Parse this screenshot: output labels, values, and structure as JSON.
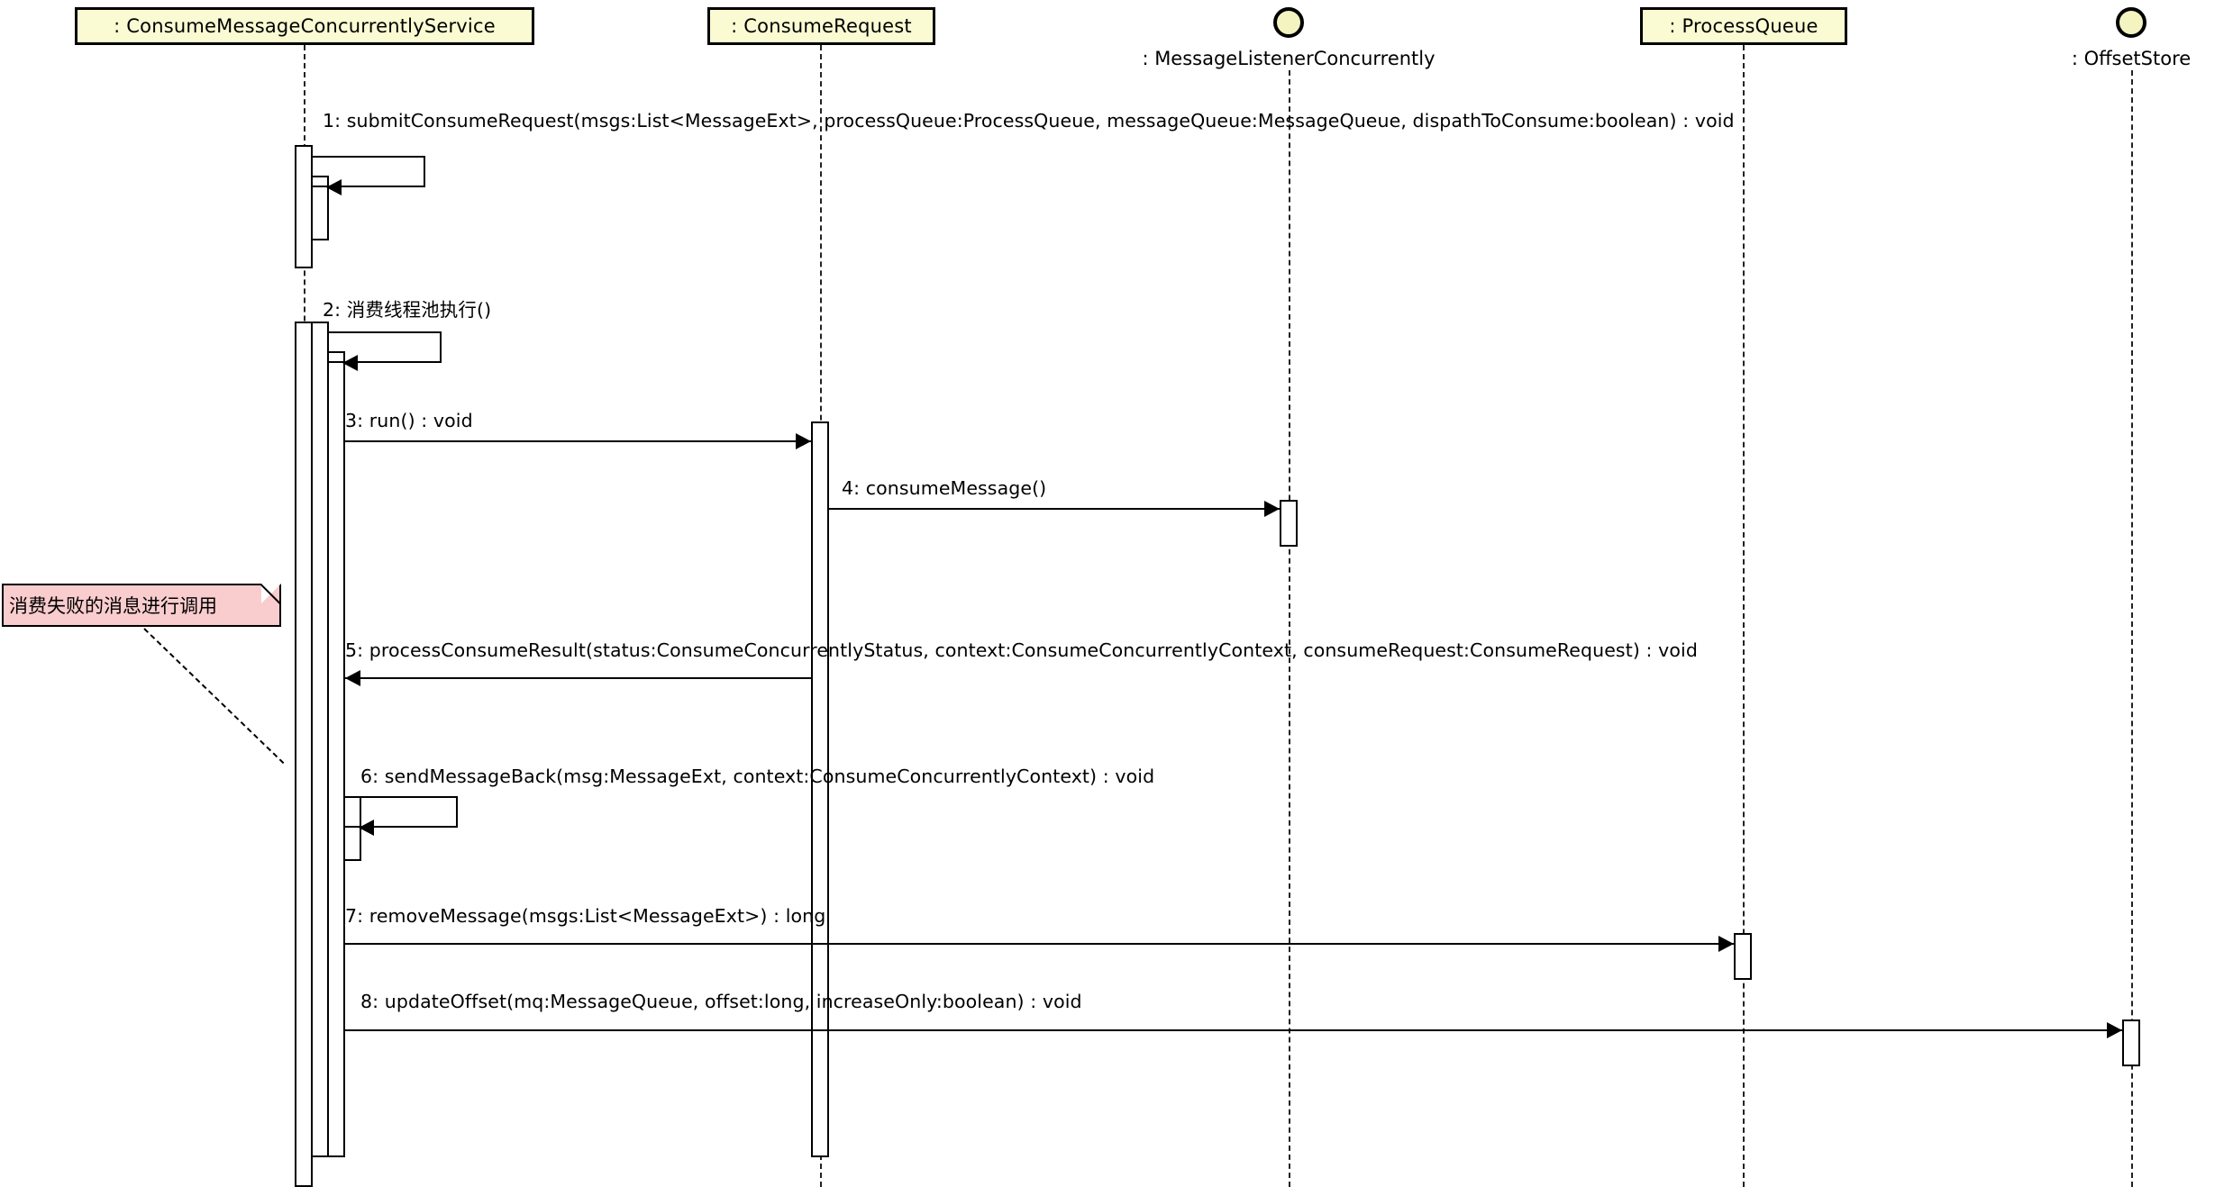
{
  "diagram": {
    "type": "uml-sequence-diagram",
    "title": "ConsumeMessageConcurrentlyService sequence"
  },
  "lifelines": [
    {
      "id": "service",
      "label": ": ConsumeMessageConcurrentlyService",
      "style": "object-box"
    },
    {
      "id": "request",
      "label": ": ConsumeRequest",
      "style": "object-box"
    },
    {
      "id": "listener",
      "label": ": MessageListenerConcurrently",
      "style": "actor-circle"
    },
    {
      "id": "queue",
      "label": ": ProcessQueue",
      "style": "object-box"
    },
    {
      "id": "offset",
      "label": ": OffsetStore",
      "style": "actor-circle"
    }
  ],
  "messages": [
    {
      "num": "1",
      "label": "1: submitConsumeRequest(msgs:List<MessageExt>, processQueue:ProcessQueue, messageQueue:MessageQueue, dispathToConsume:boolean) : void",
      "kind": "self-call",
      "from": "service",
      "to": "service"
    },
    {
      "num": "2",
      "label": "2: 消费线程池执行()",
      "kind": "self-call",
      "from": "service",
      "to": "service"
    },
    {
      "num": "3",
      "label": "3: run() : void",
      "kind": "call",
      "from": "service",
      "to": "request"
    },
    {
      "num": "4",
      "label": "4: consumeMessage()",
      "kind": "call",
      "from": "request",
      "to": "listener"
    },
    {
      "num": "5",
      "label": "5: processConsumeResult(status:ConsumeConcurrentlyStatus, context:ConsumeConcurrentlyContext, consumeRequest:ConsumeRequest) : void",
      "kind": "call-back",
      "from": "request",
      "to": "service"
    },
    {
      "num": "6",
      "label": "6: sendMessageBack(msg:MessageExt, context:ConsumeConcurrentlyContext) : void",
      "kind": "self-call",
      "from": "service",
      "to": "service"
    },
    {
      "num": "7",
      "label": "7: removeMessage(msgs:List<MessageExt>) : long",
      "kind": "call",
      "from": "service",
      "to": "queue"
    },
    {
      "num": "8",
      "label": "8: updateOffset(mq:MessageQueue, offset:long, increaseOnly:boolean) : void",
      "kind": "call",
      "from": "service",
      "to": "offset"
    }
  ],
  "note": {
    "text": "消费失败的消息进行调用",
    "attached_to_message": "6"
  },
  "colors": {
    "lifeline_fill": "#fbfbd3",
    "actor_fill": "#f4f4c0",
    "note_fill": "#f9ccce",
    "stroke": "#000000",
    "background": "#ffffff"
  }
}
